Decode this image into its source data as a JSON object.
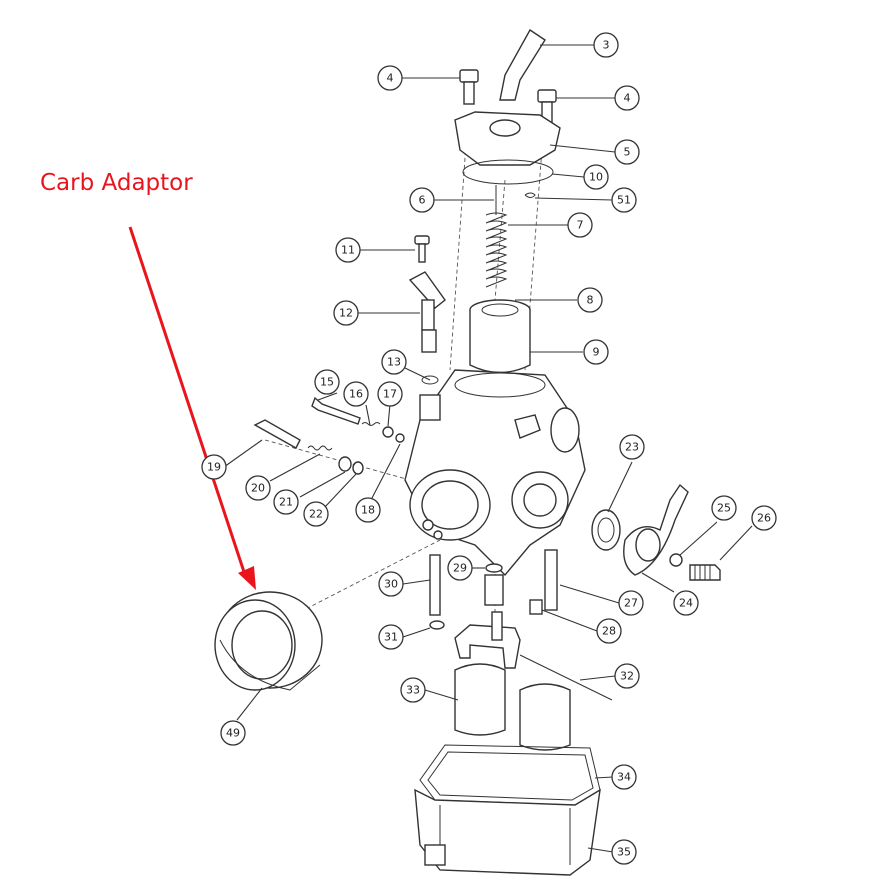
{
  "annotation": {
    "text": "Carb Adaptor",
    "color": "#e8161c"
  },
  "callouts": [
    "3",
    "4",
    "4",
    "5",
    "10",
    "6",
    "51",
    "7",
    "11",
    "8",
    "12",
    "9",
    "13",
    "15",
    "16",
    "17",
    "19",
    "20",
    "21",
    "22",
    "18",
    "23",
    "25",
    "26",
    "24",
    "29",
    "30",
    "27",
    "28",
    "31",
    "32",
    "33",
    "49",
    "34",
    "35"
  ]
}
